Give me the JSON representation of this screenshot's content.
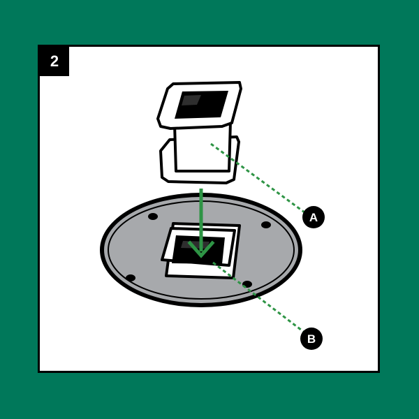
{
  "step": {
    "number": "2"
  },
  "callouts": [
    {
      "id": "A",
      "label": "A"
    },
    {
      "id": "B",
      "label": "B"
    }
  ],
  "colors": {
    "background": "#00785a",
    "frame": "#ffffff",
    "outline": "#000000",
    "mount_plate": "#a7a9ac",
    "mount_plate_inner": "#bcbec0",
    "arrow": "#2e9445",
    "leader_line": "#2e9445"
  },
  "icons": {
    "step_badge": "step-number-badge",
    "part_a": "square-adapter-part",
    "part_b": "square-socket-mount",
    "arrow": "arrow-down-icon"
  }
}
